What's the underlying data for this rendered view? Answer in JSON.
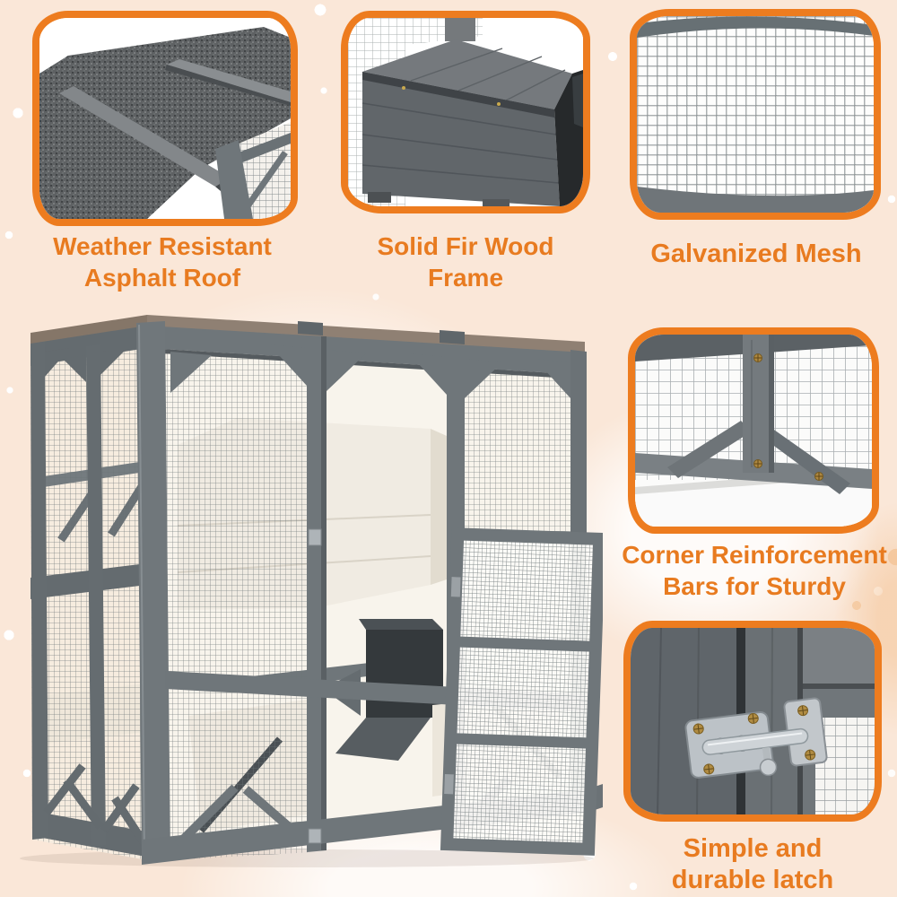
{
  "colors": {
    "accent_text": "#e87b20",
    "frame_border": "#ed7c1f",
    "background_peach": "#fae7d8"
  },
  "features": [
    {
      "name": "asphalt-roof",
      "label": "Weather Resistant\nAsphalt Roof"
    },
    {
      "name": "fir-wood-frame",
      "label": "Solid Fir Wood\nFrame"
    },
    {
      "name": "galvanized-mesh",
      "label": "Galvanized Mesh"
    },
    {
      "name": "corner-reinforcement",
      "label": "Corner Reinforcement\nBars for Sturdy"
    },
    {
      "name": "durable-latch",
      "label": "Simple and\ndurable latch"
    }
  ]
}
